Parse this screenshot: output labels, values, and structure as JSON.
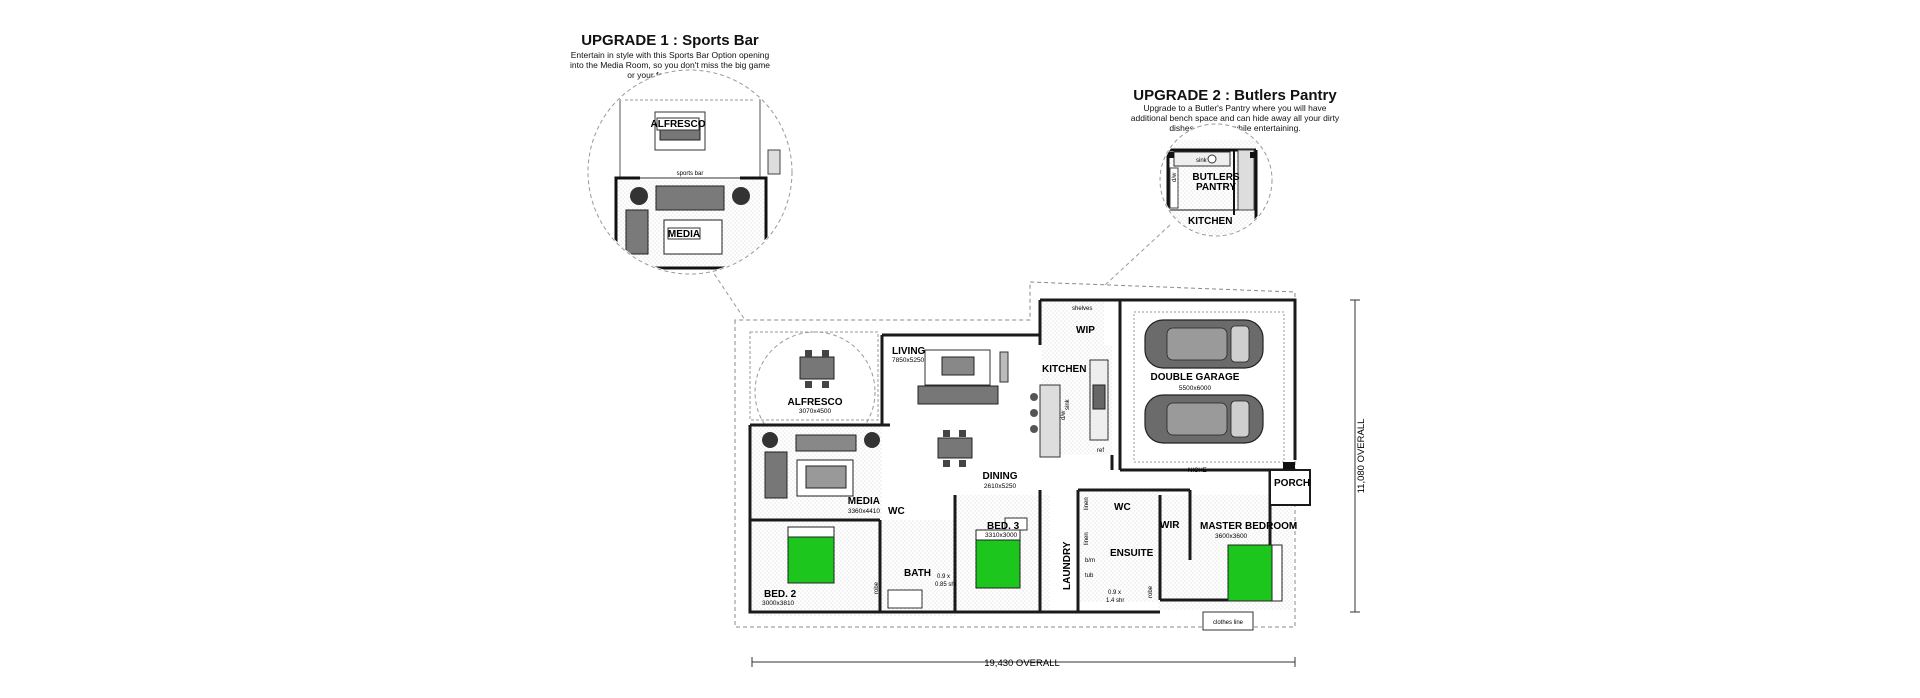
{
  "upgrade1": {
    "title": "UPGRADE 1 : Sports Bar",
    "desc_line1": "Entertain in style with this Sports Bar Option opening",
    "desc_line2": "into the Media Room, so you don't miss the big game",
    "desc_line3": "or your favourite show.",
    "inset_labels": {
      "alfresco": "ALFRESCO",
      "media": "MEDIA",
      "sports_bar": "sports bar"
    }
  },
  "upgrade2": {
    "title": "UPGRADE 2 : Butlers Pantry",
    "desc_line1": "Upgrade to a Butler's Pantry where you will have",
    "desc_line2": "additional bench space and can hide away all your dirty",
    "desc_line3": "dishes and prep while entertaining.",
    "inset_labels": {
      "sink": "sink",
      "pantry_l1": "BUTLERS",
      "pantry_l2": "PANTRY",
      "kitchen": "KITCHEN",
      "dw": "d/w"
    }
  },
  "rooms": {
    "living": {
      "name": "LIVING",
      "dim": "7850x5250"
    },
    "alfresco": {
      "name": "ALFRESCO",
      "dim": "3070x4500"
    },
    "kitchen": {
      "name": "KITCHEN"
    },
    "wip": {
      "name": "WIP",
      "shelves": "shelves"
    },
    "garage": {
      "name": "DOUBLE GARAGE",
      "dim": "5500x6000"
    },
    "dining": {
      "name": "DINING",
      "dim": "2610x5250"
    },
    "media": {
      "name": "MEDIA",
      "dim": "3360x4410"
    },
    "wc1": {
      "name": "WC"
    },
    "wc2": {
      "name": "WC"
    },
    "bed3": {
      "name": "BED. 3",
      "dim": "3310x3000"
    },
    "bed2": {
      "name": "BED. 2",
      "dim": "3000x3810"
    },
    "bath": {
      "name": "BATH"
    },
    "laundry": {
      "name": "LAUNDRY"
    },
    "ensuite": {
      "name": "ENSUITE"
    },
    "wir": {
      "name": "WIR"
    },
    "master": {
      "name": "MASTER BEDROOM",
      "dim": "3600x3600"
    },
    "porch": {
      "name": "PORCH"
    }
  },
  "fixtures": {
    "niche": "NICHE",
    "clothes_line": "clothes line",
    "shower1_a": "0.9 x",
    "shower1_b": "0.85 shr",
    "shower2_a": "0.9 x",
    "shower2_b": "1.4 shr",
    "robe": "robe",
    "linen": "linen",
    "bm": "b/m",
    "tub": "tub",
    "dw": "d/w",
    "sink": "sink",
    "ref": "ref"
  },
  "dimensions": {
    "overall_width": "19,430 OVERALL",
    "overall_depth": "11,080 OVERALL"
  },
  "colors": {
    "bed_fill": "#1cc61c",
    "wall": "#1a1a1a",
    "floor_hatch": "#cccccc"
  }
}
